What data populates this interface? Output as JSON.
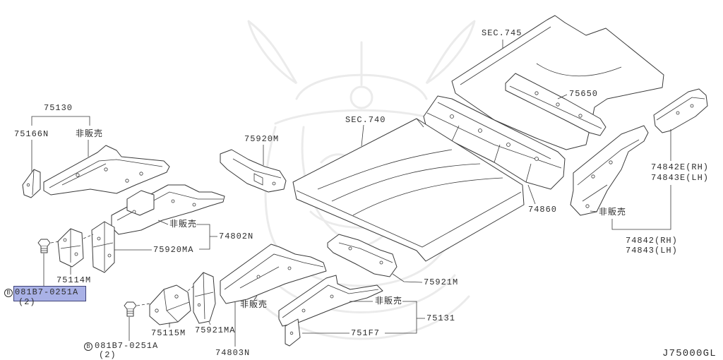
{
  "figure_id": "J75000GL",
  "sections": {
    "sec745": "SEC.745",
    "sec740": "SEC.740"
  },
  "callouts": {
    "p75650": "75650",
    "p75130": "75130",
    "p75166n": "75166N",
    "p75920m": "75920M",
    "p74842e_rh": "74842E(RH)",
    "p74843e_lh": "74843E(LH)",
    "p74860": "74860",
    "p74802n": "74802N",
    "p74842_rh": "74842(RH)",
    "p74843_lh": "74843(LH)",
    "p75920ma": "75920MA",
    "p75114m": "75114M",
    "p75921m": "75921M",
    "p75131": "75131",
    "p75115m": "75115M",
    "p75921ma": "75921MA",
    "p751f7": "751F7",
    "p74803n": "74803N"
  },
  "not_for_sale": [
    "非販売",
    "非販売",
    "非販売",
    "非販売",
    "非販売"
  ],
  "bolts": [
    {
      "symbol": "B",
      "part_no": "081B7-0251A",
      "qty": "(2)"
    },
    {
      "symbol": "B",
      "part_no": "081B7-0251A",
      "qty": "(2)"
    }
  ],
  "colors": {
    "background": "#ffffff",
    "line": "#3a3a3a",
    "text": "#2e2e2e",
    "highlight": "#a9b1e6",
    "highlight_border": "#3f4378",
    "watermark": "#ebebeb"
  }
}
